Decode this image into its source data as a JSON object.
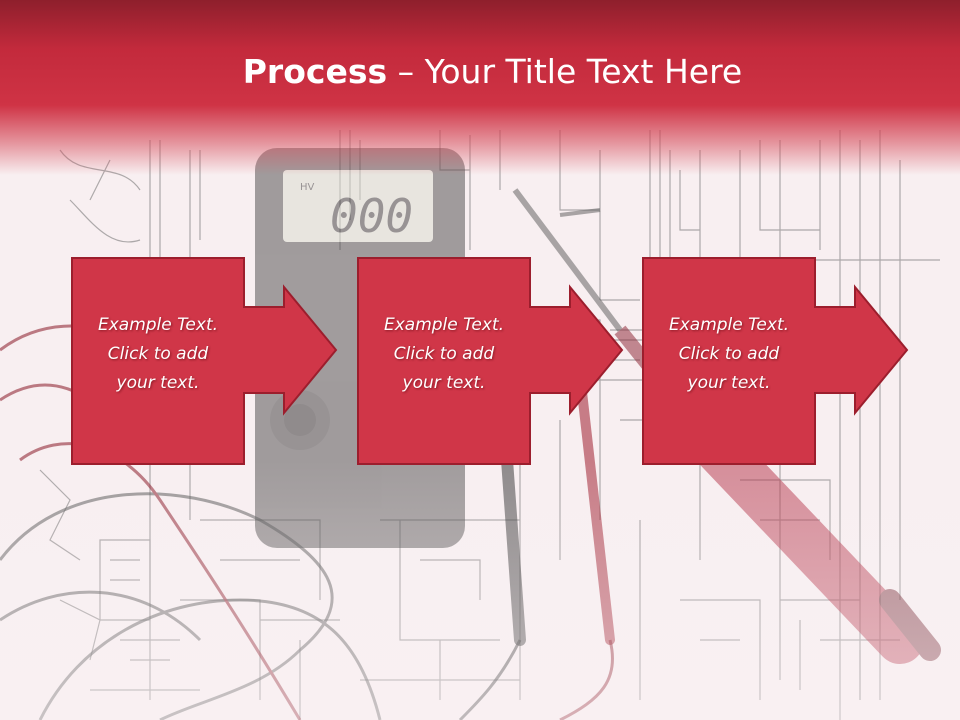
{
  "title": {
    "bold": "Process",
    "rest": " – Your Title Text Here"
  },
  "steps": [
    {
      "line1": "Example Text.",
      "line2": "Click  to add",
      "line3": "your text."
    },
    {
      "line1": "Example Text.",
      "line2": "Click  to add",
      "line3": "your text."
    },
    {
      "line1": "Example Text.",
      "line2": "Click  to add",
      "line3": "your text."
    }
  ],
  "background": {
    "icon": "multimeter-schematic-photo"
  },
  "colors": {
    "header_dark": "#8e1f2c",
    "header": "#cf3345",
    "box": "#d03648",
    "box_border": "#9c1e2d",
    "text": "#ffffff"
  }
}
